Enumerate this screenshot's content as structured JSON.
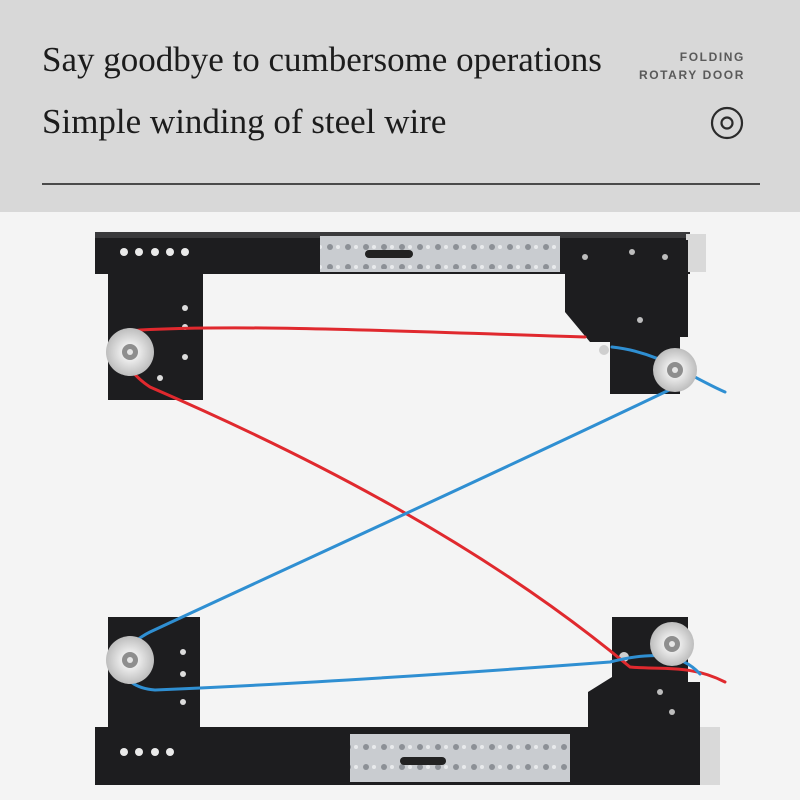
{
  "header": {
    "headline_line1": "Say goodbye to cumbersome operations",
    "headline_line2": "Simple winding of steel wire",
    "brand_line1": "FOLDING",
    "brand_line2": "ROTARY DOOR",
    "icon": "target-icon"
  },
  "photo": {
    "subject": "folding-rotary-door-hardware",
    "colors": {
      "steel_black": "#1d1d1f",
      "rail_silver": "#c9ccd0",
      "wire_red": "#e0292e",
      "wire_blue": "#2f8fd2",
      "pulley": "#d9d9d9"
    }
  }
}
